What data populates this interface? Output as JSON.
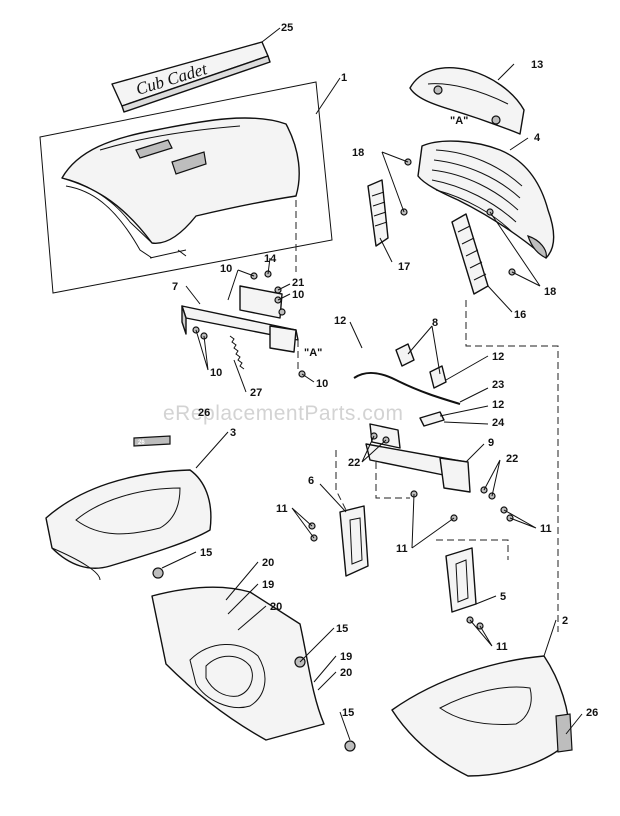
{
  "watermark": "eReplacementParts.com",
  "logo_text": "Cub Cadet",
  "ref_labels": [
    "\"A\"",
    "\"A\""
  ],
  "callouts": [
    "25",
    "1",
    "13",
    "4",
    "18",
    "18",
    "17",
    "16",
    "10",
    "14",
    "21",
    "10",
    "7",
    "10",
    "10",
    "27",
    "12",
    "8",
    "12",
    "23",
    "12",
    "24",
    "26",
    "3",
    "9",
    "22",
    "22",
    "11",
    "6",
    "11",
    "11",
    "15",
    "20",
    "19",
    "20",
    "5",
    "11",
    "15",
    "19",
    "20",
    "2",
    "15",
    "26"
  ]
}
